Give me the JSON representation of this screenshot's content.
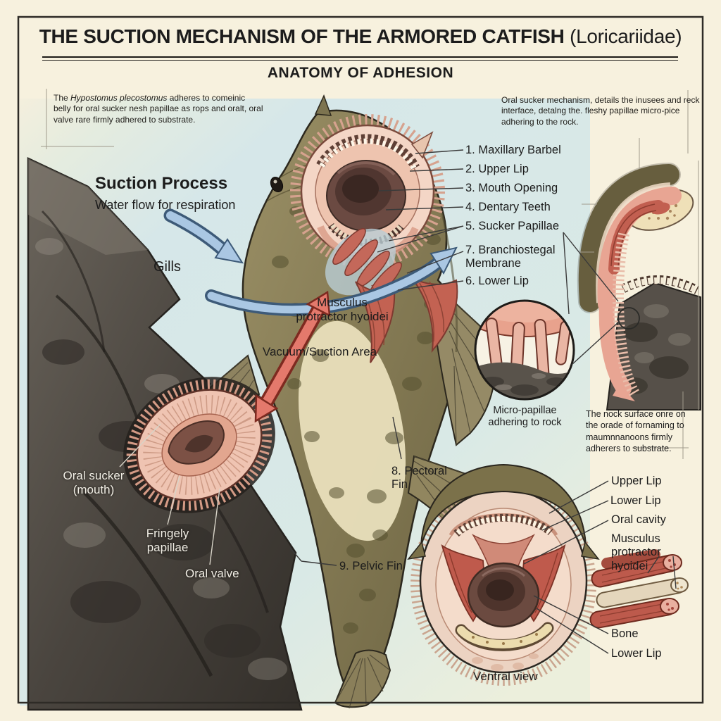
{
  "header": {
    "title_main": "THE SUCTION MECHANISM OF THE ARMORED CATFISH",
    "title_paren": " (Loricariidae)",
    "subtitle": "ANATOMY OF ADHESION"
  },
  "intro_left": {
    "pre": "The ",
    "species": "Hypostomus plecostomus",
    "rest": " adheres to comeinic belly for oral sucker nesh papillae as rops and oralt, oral valve rare firmly adhered to substrate."
  },
  "intro_right": {
    "text": "Oral sucker mechanism, details the inusees and reck interface, detalng the. fleshy papillae micro-pice adhering to the rock."
  },
  "suction": {
    "heading": "Suction Process",
    "subheading": "Water flow for respiration",
    "gills": "Gills"
  },
  "center_labels": {
    "musculus": "Musculus protractor hyoidei",
    "vacuum": "Vacuum/Suction Area"
  },
  "numbered_labels": [
    {
      "num": "1.",
      "text": "Maxillary Barbel"
    },
    {
      "num": "2.",
      "text": "Upper Lip"
    },
    {
      "num": "3.",
      "text": "Mouth Opening"
    },
    {
      "num": "4.",
      "text": "Dentary Teeth"
    },
    {
      "num": "5.",
      "text": "Sucker Papillae"
    },
    {
      "num": "7.",
      "text": "Branchiostegal Membrane"
    },
    {
      "num": "6.",
      "text": "Lower Lip"
    }
  ],
  "fins": {
    "pectoral": "8. Pectoral Fin",
    "pelvic": "9. Pelvic Fin"
  },
  "rock_labels": {
    "oral_sucker": "Oral sucker (mouth)",
    "fringe": "Fringely papillae",
    "oral_valve": "Oral valve"
  },
  "micro_inset": {
    "caption": "Micro-papillae adhering to rock"
  },
  "rock_note": {
    "text": "The nock surface onre on the orade of fornaming to maumnnanoons firmly adherers to substrate."
  },
  "ventral": {
    "upper_lip": "Upper Lip",
    "lower_lip": "Lower Lip",
    "oral_cavity": "Oral cavity",
    "musculus": "Musculus protractor hyoidei",
    "bone": "Bone",
    "lower_lip2": "Lower Lip",
    "caption": "Ventral view"
  },
  "colors": {
    "paper": "#f7f1de",
    "water": "#d9e8e8",
    "rock_dark": "#3c3833",
    "fish_olive": "#8a7f56",
    "lip_pink": "#f4d6c6",
    "muscle_red": "#c36252",
    "arrow_blue": "#aac7e3",
    "arrow_red": "#e4796c",
    "bone_cream": "#efe0b8",
    "ink": "#1c1c1c"
  }
}
